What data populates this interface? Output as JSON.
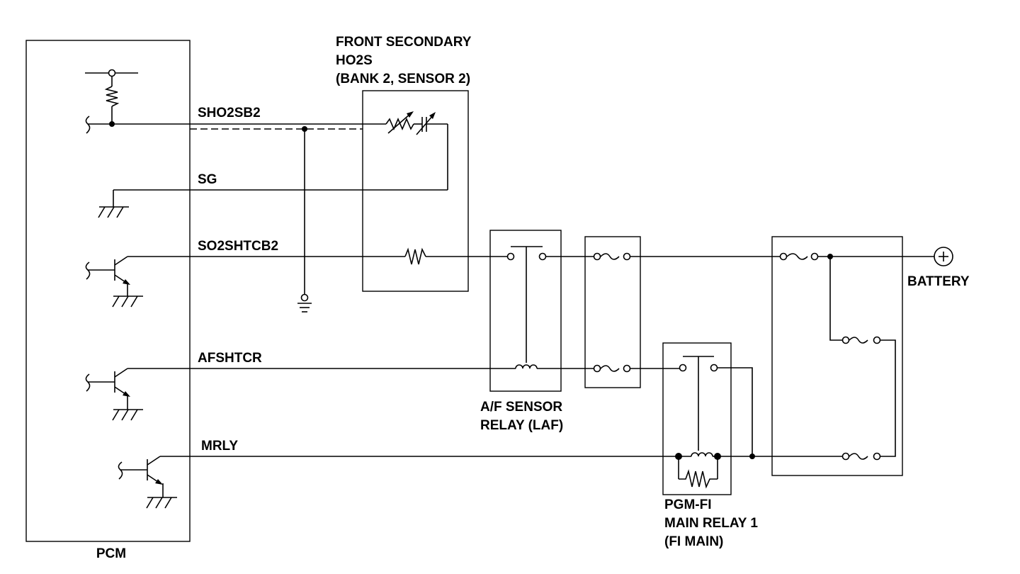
{
  "components": {
    "pcm": {
      "label": "PCM"
    },
    "ho2s": {
      "lines": [
        "FRONT SECONDARY",
        "HO2S",
        "(BANK 2, SENSOR 2)"
      ]
    },
    "af_relay": {
      "lines": [
        "A/F SENSOR",
        "RELAY (LAF)"
      ]
    },
    "main_relay": {
      "lines": [
        "PGM-FI",
        "MAIN RELAY 1",
        "(FI MAIN)"
      ]
    },
    "battery": {
      "label": "BATTERY"
    }
  },
  "wires": {
    "sho2sb2": "SHO2SB2",
    "sg": "SG",
    "so2shtcb2": "SO2SHTCB2",
    "afshtcr": "AFSHTCR",
    "mrly": "MRLY"
  }
}
